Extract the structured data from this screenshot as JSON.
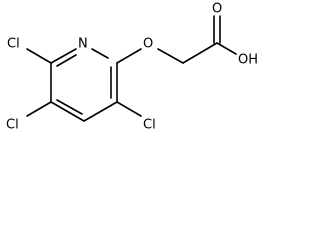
{
  "molecule": {
    "atoms": {
      "cl6": "Cl",
      "n1": "N",
      "o_ether": "O",
      "o_carbonyl": "O",
      "oh": "OH",
      "cl5": "Cl",
      "cl3": "Cl"
    },
    "colors": {
      "bond": "#000000",
      "label": "#000000",
      "background": "#ffffff"
    }
  }
}
